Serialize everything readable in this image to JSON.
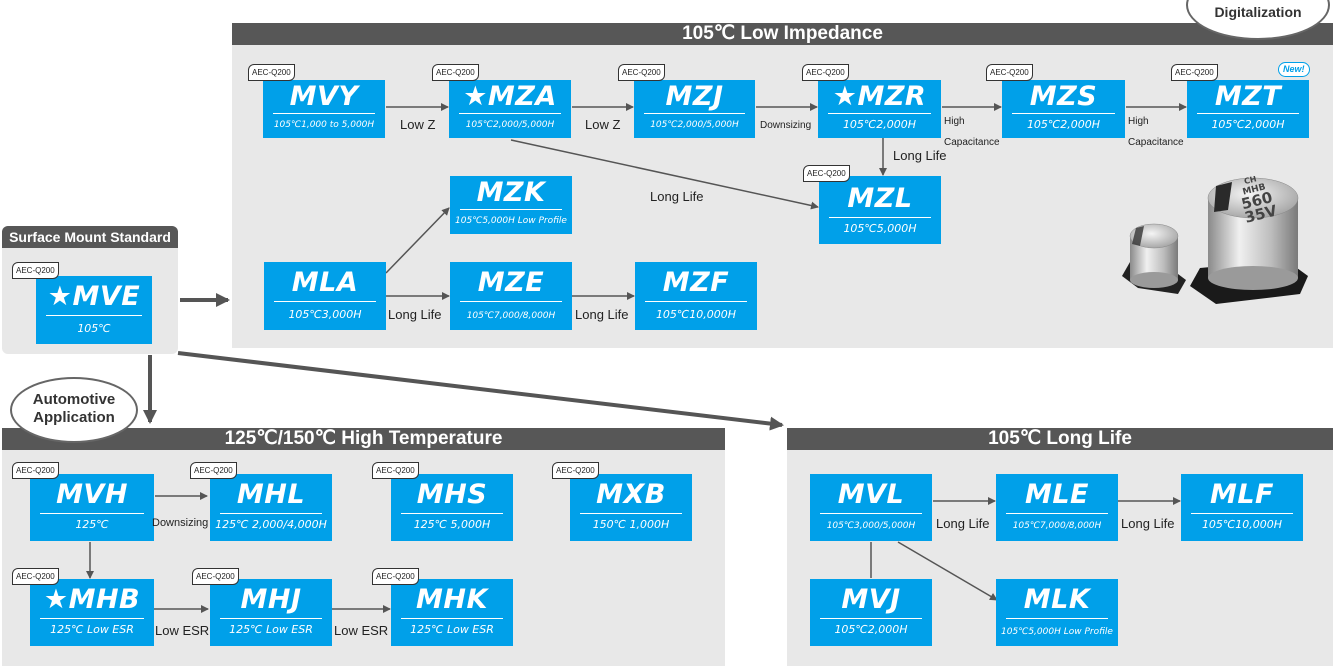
{
  "colors": {
    "box": "#00a0e9",
    "panel": "#e8e8e8",
    "header": "#575757",
    "arrow": "#555555"
  },
  "badge_text": "AEC-Q200",
  "new_badge": "New!",
  "badges": {
    "digitalization": "Digitalization",
    "automotive_line1": "Automotive",
    "automotive_line2": "Application"
  },
  "panels": {
    "low_impedance": "105℃ Low Impedance",
    "surface_mount": "Surface Mount Standard",
    "high_temperature": "125℃/150℃ High Temperature",
    "long_life": "105℃ Long Life"
  },
  "series": {
    "mvy": {
      "code": "MVY",
      "spec": "105℃1,000 to 5,000H"
    },
    "mza": {
      "code": "★MZA",
      "spec": "105℃2,000/5,000H"
    },
    "mzj": {
      "code": "MZJ",
      "spec": "105℃2,000/5,000H"
    },
    "mzr": {
      "code": "★MZR",
      "spec": "105℃2,000H"
    },
    "mzs": {
      "code": "MZS",
      "spec": "105℃2,000H"
    },
    "mzt": {
      "code": "MZT",
      "spec": "105℃2,000H"
    },
    "mzk": {
      "code": "MZK",
      "spec": "105℃5,000H Low Profile"
    },
    "mzl": {
      "code": "MZL",
      "spec": "105℃5,000H"
    },
    "mla": {
      "code": "MLA",
      "spec": "105℃3,000H"
    },
    "mze": {
      "code": "MZE",
      "spec": "105℃7,000/8,000H"
    },
    "mzf": {
      "code": "MZF",
      "spec": "105℃10,000H"
    },
    "mve": {
      "code": "★MVE",
      "spec": "105℃"
    },
    "mvh": {
      "code": "MVH",
      "spec": "125℃"
    },
    "mhl": {
      "code": "MHL",
      "spec": "125℃ 2,000/4,000H"
    },
    "mhs": {
      "code": "MHS",
      "spec": "125℃ 5,000H"
    },
    "mxb": {
      "code": "MXB",
      "spec": "150℃ 1,000H"
    },
    "mhb": {
      "code": "★MHB",
      "spec": "125℃ Low ESR"
    },
    "mhj": {
      "code": "MHJ",
      "spec": "125℃ Low ESR"
    },
    "mhk": {
      "code": "MHK",
      "spec": "125℃ Low ESR"
    },
    "mvl": {
      "code": "MVL",
      "spec": "105℃3,000/5,000H"
    },
    "mle": {
      "code": "MLE",
      "spec": "105℃7,000/8,000H"
    },
    "mlf": {
      "code": "MLF",
      "spec": "105℃10,000H"
    },
    "mvj": {
      "code": "MVJ",
      "spec": "105℃2,000H"
    },
    "mlk": {
      "code": "MLK",
      "spec": "105℃5,000H Low Profile"
    }
  },
  "labels": {
    "low_z_1": "Low Z",
    "low_z_2": "Low Z",
    "downsizing_1": "Downsizing",
    "high_cap_1a": "High",
    "high_cap_1b": "Capacitance",
    "high_cap_2a": "High",
    "high_cap_2b": "Capacitance",
    "long_life_mzr": "Long Life",
    "long_life_mza": "Long Life",
    "long_life_mla": "Long Life",
    "long_life_mze": "Long Life",
    "downsizing_2": "Downsizing",
    "low_esr_1": "Low ESR",
    "low_esr_2": "Low ESR",
    "long_life_mvl": "Long Life",
    "long_life_mle": "Long Life"
  },
  "capacitor_markings": {
    "line1": "CH",
    "line2": "MHB",
    "line3": "560",
    "line4": "35V"
  }
}
